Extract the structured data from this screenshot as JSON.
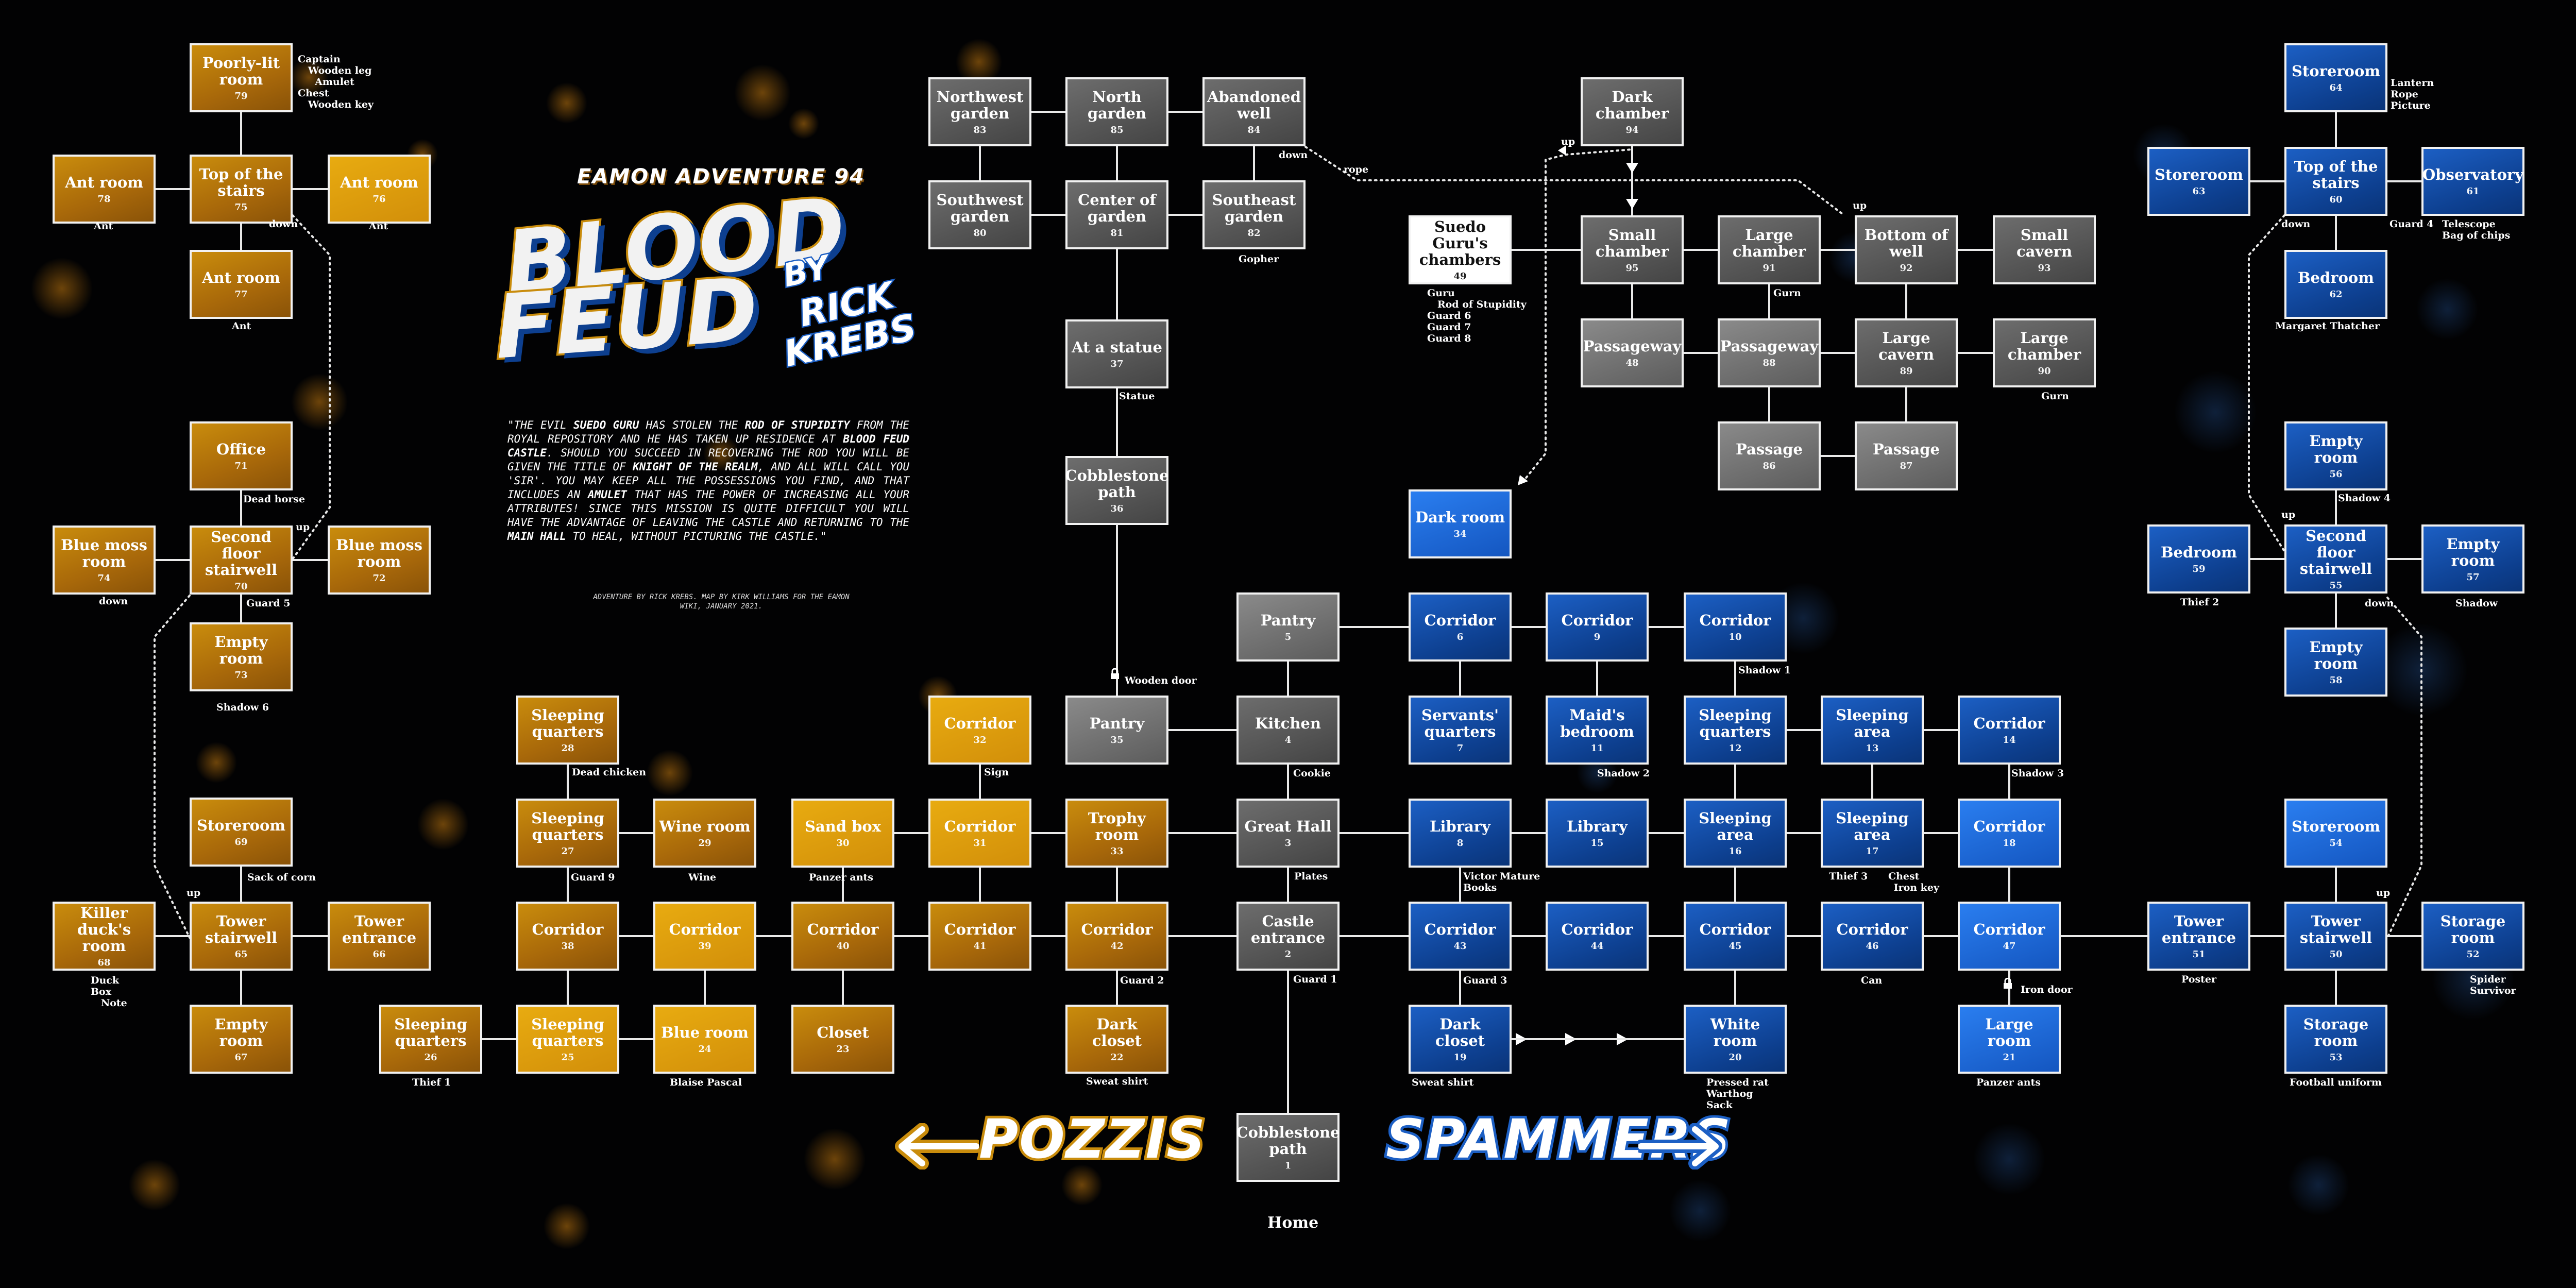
{
  "header": {
    "subtitle": "EAMON ADVENTURE 94",
    "title_line1": "BLOOD",
    "title_line2": "FEUD",
    "by": "BY",
    "author_first": "RICK",
    "author_last": "KREBS"
  },
  "story": {
    "quote_open": "\"THE EVIL ",
    "guru": "SUEDO GURU",
    "p1": " HAS STOLEN THE ",
    "rod": "ROD OF STUPIDITY",
    "p2": " FROM THE ROYAL REPOSITORY AND HE HAS TAKEN UP RESIDENCE AT ",
    "castle": "BLOOD FEUD CASTLE",
    "p3": ". SHOULD YOU SUCCEED IN RECOVERING THE ROD YOU WILL BE GIVEN THE TITLE OF ",
    "knight": "KNIGHT OF THE REALM",
    "p4": ", AND ALL WILL CALL YOU 'SIR'. YOU MAY KEEP ALL THE POSSESSIONS YOU FIND, AND THAT INCLUDES AN ",
    "amulet": "AMULET",
    "p5": " THAT HAS THE POWER OF INCREASING ALL YOUR ATTRIBUTES! SINCE THIS MISSION IS QUITE DIFFICULT YOU WILL HAVE THE ADVANTAGE OF LEAVING THE CASTLE AND RETURNING TO THE ",
    "hall": "MAIN HALL",
    "p6": " TO HEAL, WITHOUT PICTURING THE CASTLE.\"",
    "credit": "ADVENTURE BY RICK KREBS. MAP BY KIRK WILLIAMS FOR THE EAMON WIKI, JANUARY 2021."
  },
  "teams": {
    "left": "POZZIS",
    "right": "SPAMMERS",
    "home": "Home"
  },
  "colors": {
    "gold": "#c98c0c",
    "blue": "#1c5fc4",
    "gray": "#555555"
  },
  "rooms": [
    {
      "id": "r79",
      "name": "Poorly-lit room",
      "num": "79",
      "style": "gold"
    },
    {
      "id": "r78",
      "name": "Ant room",
      "num": "78",
      "style": "gold"
    },
    {
      "id": "r75",
      "name": "Top of the stairs",
      "num": "75",
      "style": "gold"
    },
    {
      "id": "r76",
      "name": "Ant room",
      "num": "76",
      "style": "gold-b"
    },
    {
      "id": "r77",
      "name": "Ant room",
      "num": "77",
      "style": "gold"
    },
    {
      "id": "r71",
      "name": "Office",
      "num": "71",
      "style": "gold"
    },
    {
      "id": "r74",
      "name": "Blue moss room",
      "num": "74",
      "style": "gold"
    },
    {
      "id": "r70",
      "name": "Second floor stairwell",
      "num": "70",
      "style": "gold"
    },
    {
      "id": "r72",
      "name": "Blue moss room",
      "num": "72",
      "style": "gold"
    },
    {
      "id": "r73",
      "name": "Empty room",
      "num": "73",
      "style": "gold"
    },
    {
      "id": "r69",
      "name": "Storeroom",
      "num": "69",
      "style": "gold"
    },
    {
      "id": "r68",
      "name": "Killer duck's room",
      "num": "68",
      "style": "gold"
    },
    {
      "id": "r65",
      "name": "Tower stairwell",
      "num": "65",
      "style": "gold"
    },
    {
      "id": "r66",
      "name": "Tower entrance",
      "num": "66",
      "style": "gold"
    },
    {
      "id": "r67",
      "name": "Empty room",
      "num": "67",
      "style": "gold"
    },
    {
      "id": "r28",
      "name": "Sleeping quarters",
      "num": "28",
      "style": "gold"
    },
    {
      "id": "r27",
      "name": "Sleeping quarters",
      "num": "27",
      "style": "gold"
    },
    {
      "id": "r29",
      "name": "Wine room",
      "num": "29",
      "style": "gold"
    },
    {
      "id": "r30",
      "name": "Sand box",
      "num": "30",
      "style": "gold-b"
    },
    {
      "id": "r32",
      "name": "Corridor",
      "num": "32",
      "style": "gold-b"
    },
    {
      "id": "r31",
      "name": "Corridor",
      "num": "31",
      "style": "gold-b"
    },
    {
      "id": "r33",
      "name": "Trophy room",
      "num": "33",
      "style": "gold"
    },
    {
      "id": "r38",
      "name": "Corridor",
      "num": "38",
      "style": "gold"
    },
    {
      "id": "r39",
      "name": "Corridor",
      "num": "39",
      "style": "gold-b"
    },
    {
      "id": "r40",
      "name": "Corridor",
      "num": "40",
      "style": "gold"
    },
    {
      "id": "r41",
      "name": "Corridor",
      "num": "41",
      "style": "gold"
    },
    {
      "id": "r42",
      "name": "Corridor",
      "num": "42",
      "style": "gold"
    },
    {
      "id": "r26",
      "name": "Sleeping quarters",
      "num": "26",
      "style": "gold"
    },
    {
      "id": "r25",
      "name": "Sleeping quarters",
      "num": "25",
      "style": "gold-b"
    },
    {
      "id": "r24",
      "name": "Blue room",
      "num": "24",
      "style": "gold-b"
    },
    {
      "id": "r23",
      "name": "Closet",
      "num": "23",
      "style": "gold"
    },
    {
      "id": "r22",
      "name": "Dark closet",
      "num": "22",
      "style": "gold"
    },
    {
      "id": "r83",
      "name": "Northwest garden",
      "num": "83",
      "style": "gray"
    },
    {
      "id": "r85",
      "name": "North garden",
      "num": "85",
      "style": "gray"
    },
    {
      "id": "r84",
      "name": "Abandoned well",
      "num": "84",
      "style": "gray"
    },
    {
      "id": "r80",
      "name": "Southwest garden",
      "num": "80",
      "style": "gray"
    },
    {
      "id": "r81",
      "name": "Center of garden",
      "num": "81",
      "style": "gray"
    },
    {
      "id": "r82",
      "name": "Southeast garden",
      "num": "82",
      "style": "gray"
    },
    {
      "id": "r37",
      "name": "At a statue",
      "num": "37",
      "style": "gray"
    },
    {
      "id": "r36",
      "name": "Cobblestone path",
      "num": "36",
      "style": "gray"
    },
    {
      "id": "r5",
      "name": "Pantry",
      "num": "5",
      "style": "gray-l"
    },
    {
      "id": "r35",
      "name": "Pantry",
      "num": "35",
      "style": "gray-l"
    },
    {
      "id": "r4",
      "name": "Kitchen",
      "num": "4",
      "style": "gray"
    },
    {
      "id": "r3",
      "name": "Great Hall",
      "num": "3",
      "style": "gray"
    },
    {
      "id": "r2",
      "name": "Castle entrance",
      "num": "2",
      "style": "gray"
    },
    {
      "id": "r1",
      "name": "Cobblestone path",
      "num": "1",
      "style": "gray"
    },
    {
      "id": "r94",
      "name": "Dark chamber",
      "num": "94",
      "style": "gray"
    },
    {
      "id": "r49",
      "name": "Suedo Guru's chambers",
      "num": "49",
      "style": "white"
    },
    {
      "id": "r95",
      "name": "Small chamber",
      "num": "95",
      "style": "gray"
    },
    {
      "id": "r91",
      "name": "Large chamber",
      "num": "91",
      "style": "gray"
    },
    {
      "id": "r92",
      "name": "Bottom of well",
      "num": "92",
      "style": "gray"
    },
    {
      "id": "r93",
      "name": "Small cavern",
      "num": "93",
      "style": "gray"
    },
    {
      "id": "r48",
      "name": "Passageway",
      "num": "48",
      "style": "gray-l"
    },
    {
      "id": "r88",
      "name": "Passageway",
      "num": "88",
      "style": "gray-l"
    },
    {
      "id": "r89",
      "name": "Large cavern",
      "num": "89",
      "style": "gray"
    },
    {
      "id": "r90",
      "name": "Large chamber",
      "num": "90",
      "style": "gray"
    },
    {
      "id": "r86",
      "name": "Passage",
      "num": "86",
      "style": "gray-l"
    },
    {
      "id": "r87",
      "name": "Passage",
      "num": "87",
      "style": "gray-l"
    },
    {
      "id": "r34",
      "name": "Dark room",
      "num": "34",
      "style": "blue-b"
    },
    {
      "id": "r6",
      "name": "Corridor",
      "num": "6",
      "style": "blue"
    },
    {
      "id": "r9",
      "name": "Corridor",
      "num": "9",
      "style": "blue"
    },
    {
      "id": "r10",
      "name": "Corridor",
      "num": "10",
      "style": "blue"
    },
    {
      "id": "r7",
      "name": "Servants' quarters",
      "num": "7",
      "style": "blue"
    },
    {
      "id": "r11",
      "name": "Maid's bedroom",
      "num": "11",
      "style": "blue"
    },
    {
      "id": "r12",
      "name": "Sleeping quarters",
      "num": "12",
      "style": "blue"
    },
    {
      "id": "r13",
      "name": "Sleeping area",
      "num": "13",
      "style": "blue"
    },
    {
      "id": "r14",
      "name": "Corridor",
      "num": "14",
      "style": "blue"
    },
    {
      "id": "r8",
      "name": "Library",
      "num": "8",
      "style": "blue"
    },
    {
      "id": "r15",
      "name": "Library",
      "num": "15",
      "style": "blue"
    },
    {
      "id": "r16",
      "name": "Sleeping area",
      "num": "16",
      "style": "blue"
    },
    {
      "id": "r17",
      "name": "Sleeping area",
      "num": "17",
      "style": "blue"
    },
    {
      "id": "r18",
      "name": "Corridor",
      "num": "18",
      "style": "blue-b"
    },
    {
      "id": "r43",
      "name": "Corridor",
      "num": "43",
      "style": "blue"
    },
    {
      "id": "r44",
      "name": "Corridor",
      "num": "44",
      "style": "blue"
    },
    {
      "id": "r45",
      "name": "Corridor",
      "num": "45",
      "style": "blue"
    },
    {
      "id": "r46",
      "name": "Corridor",
      "num": "46",
      "style": "blue"
    },
    {
      "id": "r47",
      "name": "Corridor",
      "num": "47",
      "style": "blue-b"
    },
    {
      "id": "r19",
      "name": "Dark closet",
      "num": "19",
      "style": "blue"
    },
    {
      "id": "r20",
      "name": "White room",
      "num": "20",
      "style": "blue"
    },
    {
      "id": "r21",
      "name": "Large room",
      "num": "21",
      "style": "blue-b"
    },
    {
      "id": "r64",
      "name": "Storeroom",
      "num": "64",
      "style": "blue"
    },
    {
      "id": "r63",
      "name": "Storeroom",
      "num": "63",
      "style": "blue"
    },
    {
      "id": "r60",
      "name": "Top of the stairs",
      "num": "60",
      "style": "blue"
    },
    {
      "id": "r61",
      "name": "Observatory",
      "num": "61",
      "style": "blue"
    },
    {
      "id": "r62",
      "name": "Bedroom",
      "num": "62",
      "style": "blue"
    },
    {
      "id": "r56",
      "name": "Empty room",
      "num": "56",
      "style": "blue"
    },
    {
      "id": "r59",
      "name": "Bedroom",
      "num": "59",
      "style": "blue"
    },
    {
      "id": "r55",
      "name": "Second floor stairwell",
      "num": "55",
      "style": "blue"
    },
    {
      "id": "r57",
      "name": "Empty room",
      "num": "57",
      "style": "blue"
    },
    {
      "id": "r58",
      "name": "Empty room",
      "num": "58",
      "style": "blue"
    },
    {
      "id": "r54",
      "name": "Storeroom",
      "num": "54",
      "style": "blue-b"
    },
    {
      "id": "r51",
      "name": "Tower entrance",
      "num": "51",
      "style": "blue"
    },
    {
      "id": "r50",
      "name": "Tower stairwell",
      "num": "50",
      "style": "blue"
    },
    {
      "id": "r52",
      "name": "Storage room",
      "num": "52",
      "style": "blue"
    },
    {
      "id": "r53",
      "name": "Storage room",
      "num": "53",
      "style": "blue"
    }
  ],
  "notes": [
    {
      "id": "n79",
      "text": "Captain\n   Wooden leg\n     Amulet\nChest\n   Wooden key"
    },
    {
      "id": "n78",
      "text": "Ant"
    },
    {
      "id": "n76",
      "text": "Ant"
    },
    {
      "id": "n77",
      "text": "Ant"
    },
    {
      "id": "n75",
      "text": "down"
    },
    {
      "id": "n71",
      "text": "Dead horse"
    },
    {
      "id": "n70up",
      "text": "up"
    },
    {
      "id": "n70",
      "text": "Guard 5"
    },
    {
      "id": "n70down",
      "text": "down"
    },
    {
      "id": "n73",
      "text": "Shadow 6"
    },
    {
      "id": "n69",
      "text": "Sack of corn"
    },
    {
      "id": "n65up",
      "text": "up"
    },
    {
      "id": "n68",
      "text": "Duck\nBox\n   Note"
    },
    {
      "id": "n28",
      "text": "Dead chicken"
    },
    {
      "id": "n27",
      "text": "Guard 9"
    },
    {
      "id": "n29",
      "text": "Wine"
    },
    {
      "id": "n30",
      "text": "Panzer ants"
    },
    {
      "id": "n32",
      "text": "Sign"
    },
    {
      "id": "n35door",
      "text": "Wooden door"
    },
    {
      "id": "n4",
      "text": "Cookie"
    },
    {
      "id": "n3",
      "text": "Plates"
    },
    {
      "id": "n2",
      "text": "Guard 1"
    },
    {
      "id": "n42",
      "text": "Guard 2"
    },
    {
      "id": "n22",
      "text": "Sweat shirt"
    },
    {
      "id": "n26",
      "text": "Thief 1"
    },
    {
      "id": "n24",
      "text": "Blaise Pascal"
    },
    {
      "id": "n37",
      "text": "Statue"
    },
    {
      "id": "n82",
      "text": "Gopher"
    },
    {
      "id": "n84",
      "text": "down"
    },
    {
      "id": "nrope",
      "text": "rope"
    },
    {
      "id": "n94up",
      "text": "up"
    },
    {
      "id": "n92up",
      "text": "up"
    },
    {
      "id": "n49",
      "text": "Guru\n   Rod of Stupidity\nGuard 6\nGuard 7\nGuard 8"
    },
    {
      "id": "n91",
      "text": "Gurn"
    },
    {
      "id": "n90",
      "text": "Gurn"
    },
    {
      "id": "n10",
      "text": "Shadow 1"
    },
    {
      "id": "n11",
      "text": "Shadow 2"
    },
    {
      "id": "n14",
      "text": "Shadow 3"
    },
    {
      "id": "n8",
      "text": "Victor Mature\nBooks"
    },
    {
      "id": "n17",
      "text": "Thief 3      Chest\n                   Iron key"
    },
    {
      "id": "n43",
      "text": "Guard 3"
    },
    {
      "id": "n46",
      "text": "Can"
    },
    {
      "id": "n47door",
      "text": "Iron door"
    },
    {
      "id": "n19",
      "text": "Sweat shirt"
    },
    {
      "id": "n20",
      "text": "Pressed rat\nWarthog\nSack"
    },
    {
      "id": "n21",
      "text": "Panzer ants"
    },
    {
      "id": "n64",
      "text": "Lantern\nRope\nPicture"
    },
    {
      "id": "n60down",
      "text": "down"
    },
    {
      "id": "n60",
      "text": "Guard 4"
    },
    {
      "id": "n61",
      "text": "Telescope\nBag of chips"
    },
    {
      "id": "n62",
      "text": "Margaret Thatcher"
    },
    {
      "id": "n56",
      "text": "Shadow 4"
    },
    {
      "id": "n55up",
      "text": "up"
    },
    {
      "id": "n55down",
      "text": "down"
    },
    {
      "id": "n59",
      "text": "Thief 2"
    },
    {
      "id": "n57",
      "text": "Shadow"
    },
    {
      "id": "n50up",
      "text": "up"
    },
    {
      "id": "n51",
      "text": "Poster"
    },
    {
      "id": "n52",
      "text": "Spider\nSurvivor"
    },
    {
      "id": "n53",
      "text": "Football uniform"
    }
  ]
}
